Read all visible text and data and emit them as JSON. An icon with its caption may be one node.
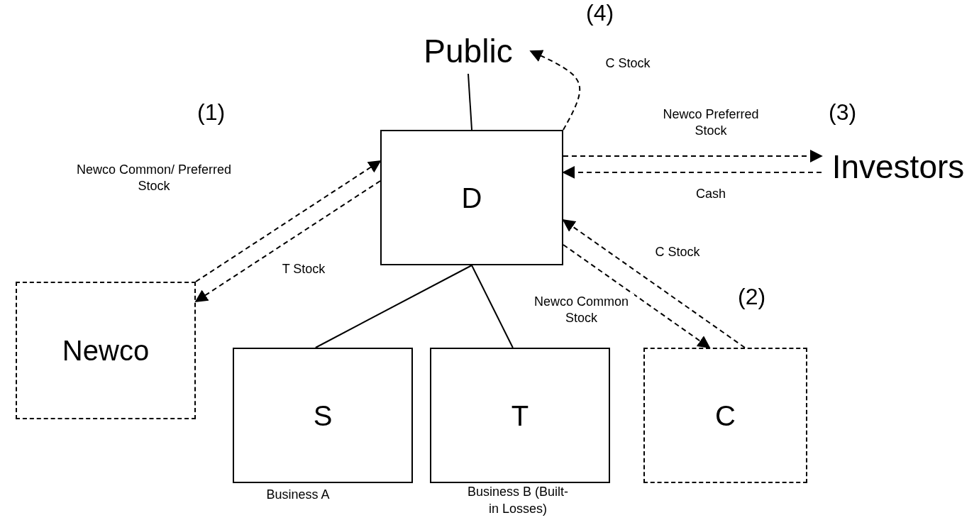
{
  "diagram": {
    "nodes": [
      {
        "text": [
          "Public"
        ]
      },
      {
        "text": [
          "D"
        ]
      },
      {
        "text": [
          "Investors"
        ]
      },
      {
        "text": [
          "Newco"
        ]
      },
      {
        "text": [
          "S"
        ],
        "beside": [
          "Business A"
        ]
      },
      {
        "text": [
          "T"
        ],
        "beside": [
          "Business B (Built-in Losses)"
        ]
      },
      {
        "text": [
          "C"
        ]
      }
    ],
    "edges": [
      {
        "from": 1,
        "to": 0,
        "arrow": "none"
      },
      {
        "from": 1,
        "to": 0,
        "arrow": "to",
        "style": "dashed",
        "label": "C Stock"
      },
      {
        "from": 3,
        "to": 1,
        "arrow": "to",
        "style": "dashed",
        "label": "Newco Common/ Preferred Stock"
      },
      {
        "from": 1,
        "to": 3,
        "arrow": "to",
        "style": "dashed",
        "label": "T Stock"
      },
      {
        "from": 1,
        "to": 2,
        "arrow": "to",
        "style": "dashed",
        "label": "Newco Preferred Stock"
      },
      {
        "from": 2,
        "to": 1,
        "arrow": "to",
        "style": "dashed",
        "label": "Cash"
      },
      {
        "from": 6,
        "to": 1,
        "arrow": "to",
        "style": "dashed",
        "label": "C Stock"
      },
      {
        "from": 1,
        "to": 6,
        "arrow": "to",
        "style": "dashed",
        "label": "Newco Common Stock"
      },
      {
        "from": 1,
        "to": 4,
        "arrow": "none"
      },
      {
        "from": 1,
        "to": 5,
        "arrow": "none"
      }
    ],
    "labels": [
      "(4)",
      "(1)",
      "(3)",
      "(2)"
    ]
  }
}
